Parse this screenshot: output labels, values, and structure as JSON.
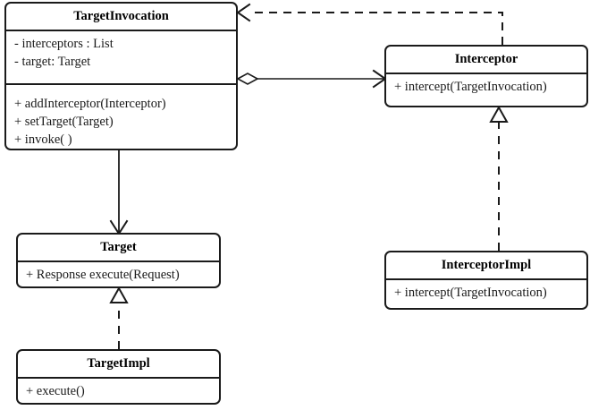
{
  "diagram": {
    "type": "uml-class-diagram",
    "background_color": "#ffffff",
    "line_color": "#1a1a1a",
    "text_color": "#000000"
  },
  "classes": {
    "target_invocation": {
      "name": "TargetInvocation",
      "attributes": [
        "- interceptors : List",
        "- target: Target"
      ],
      "operations": [
        "+ addInterceptor(Interceptor)",
        "+ setTarget(Target)",
        "+ invoke( )"
      ]
    },
    "interceptor": {
      "name": "Interceptor",
      "operations": [
        "+ intercept(TargetInvocation)"
      ]
    },
    "interceptor_impl": {
      "name": "InterceptorImpl",
      "operations": [
        "+ intercept(TargetInvocation)"
      ]
    },
    "target": {
      "name": "Target",
      "operations": [
        "+ Response execute(Request)"
      ]
    },
    "target_impl": {
      "name": "TargetImpl",
      "operations": [
        "+ execute()"
      ]
    }
  },
  "relationships": [
    {
      "id": "dependency-interceptor-to-targetinvocation",
      "kind": "dependency",
      "style": "dashed-open-arrow",
      "from": "Interceptor",
      "to": "TargetInvocation"
    },
    {
      "id": "aggregation-targetinvocation-to-interceptor",
      "kind": "aggregation",
      "style": "solid-open-diamond-open-arrow",
      "from": "TargetInvocation",
      "to": "Interceptor"
    },
    {
      "id": "realization-interceptorimpl-to-interceptor",
      "kind": "realization",
      "style": "dashed-hollow-triangle",
      "from": "InterceptorImpl",
      "to": "Interceptor"
    },
    {
      "id": "association-targetinvocation-to-target",
      "kind": "association",
      "style": "solid-open-arrow",
      "from": "TargetInvocation",
      "to": "Target"
    },
    {
      "id": "realization-targetimpl-to-target",
      "kind": "realization",
      "style": "dashed-hollow-triangle",
      "from": "TargetImpl",
      "to": "Target"
    }
  ]
}
